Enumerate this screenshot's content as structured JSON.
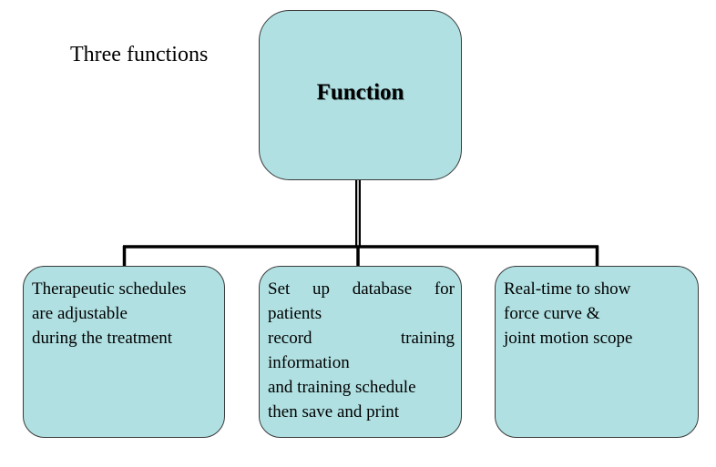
{
  "heading": "Three functions",
  "root": {
    "label": "Function"
  },
  "leaves": [
    {
      "lines": [
        "Therapeutic schedules",
        "are adjustable",
        "during the treatment"
      ]
    },
    {
      "lines": [
        [
          "Set",
          "up",
          "database",
          "for"
        ],
        "patients",
        [
          "record",
          "training"
        ],
        "information",
        "and training schedule",
        "then save and print"
      ]
    },
    {
      "lines": [
        "Real-time to show",
        "force curve &",
        "joint motion scope"
      ]
    }
  ],
  "colors": {
    "box_fill": "#b0e0e2",
    "box_border": "#3a3a3a",
    "connector": "#000000"
  }
}
